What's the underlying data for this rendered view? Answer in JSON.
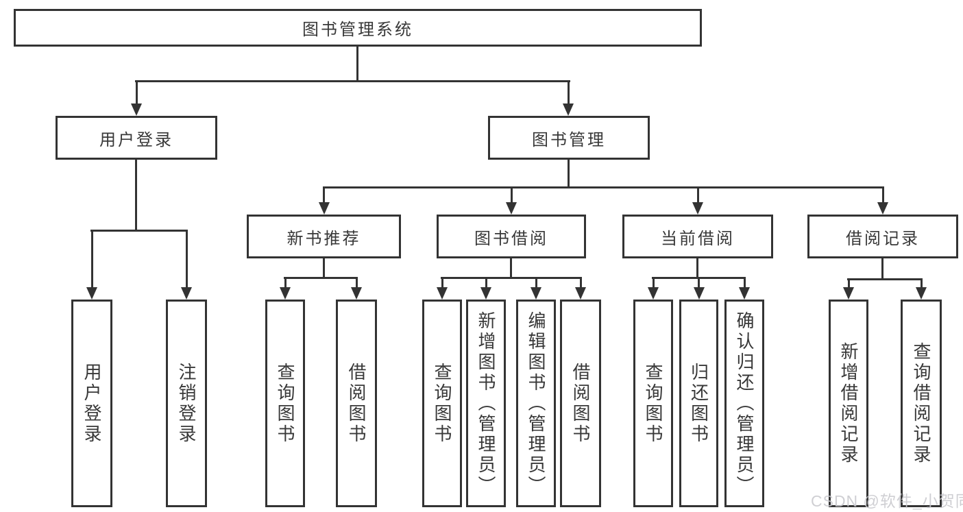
{
  "diagram": {
    "type": "hierarchy-tree",
    "root": {
      "label": "图书管理系统"
    },
    "branches": [
      {
        "label": "用户登录",
        "children": [
          {
            "label": "用户登录"
          },
          {
            "label": "注销登录"
          }
        ]
      },
      {
        "label": "图书管理",
        "children": [
          {
            "label": "新书推荐",
            "children": [
              {
                "label": "查询图书"
              },
              {
                "label": "借阅图书"
              }
            ]
          },
          {
            "label": "图书借阅",
            "children": [
              {
                "label": "查询图书"
              },
              {
                "label": "新增图书（管理员）"
              },
              {
                "label": "编辑图书（管理员）"
              },
              {
                "label": "借阅图书"
              }
            ]
          },
          {
            "label": "当前借阅",
            "children": [
              {
                "label": "查询图书"
              },
              {
                "label": "归还图书"
              },
              {
                "label": "确认归还（管理员）"
              }
            ]
          },
          {
            "label": "借阅记录",
            "children": [
              {
                "label": "新增借阅记录"
              },
              {
                "label": "查询借阅记录"
              }
            ]
          }
        ]
      }
    ]
  },
  "watermark": {
    "text": "CSDN @软件_小贺同学"
  },
  "colors": {
    "line": "#333333",
    "box_background": "#ffffff",
    "text": "#383838",
    "watermark": "#c9c9ce"
  }
}
